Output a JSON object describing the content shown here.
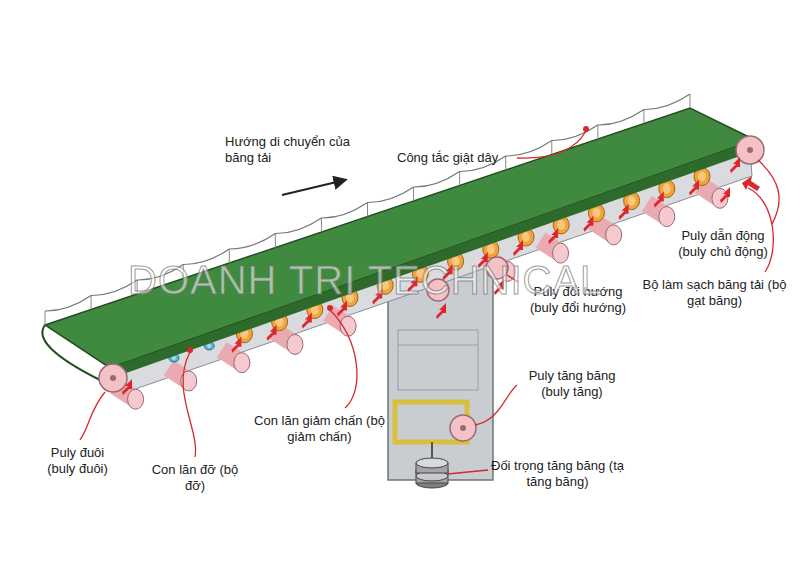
{
  "diagram": {
    "labels": [
      "Công tắc giật dây",
      "Hướng di chuyển của băng tải",
      "Puly dẫn động (buly chủ động)",
      "Bộ làm sạch băng tải (bộ gạt băng)",
      "Puly đổi hướng (buly đổi hướng)",
      "Puly tăng băng (buly tăng)",
      "Đối trọng tăng băng (tạ tăng băng)",
      "Con lăn giảm chấn (bộ giảm chấn)",
      "Con lăn đỡ (bộ đỡ)",
      "Puly đuôi (buly đuôi)",
      "DOANH TRI TECHNICAL"
    ]
  }
}
